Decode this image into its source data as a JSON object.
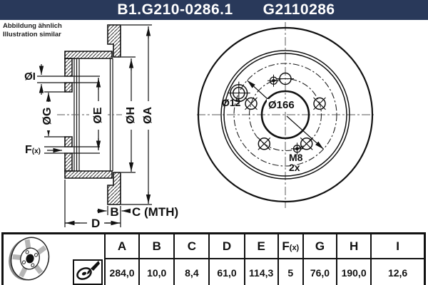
{
  "header": {
    "part_number_primary": "B1.G210-0286.1",
    "part_number_secondary": "G2110286",
    "bg_color": "#29395a"
  },
  "disclaimer": {
    "line1": "Abbildung ähnlich",
    "line2": "Illustration similar"
  },
  "section_view_labels": {
    "dia_i": "ØI",
    "dia_g": "ØG",
    "dia_e": "ØE",
    "dia_h": "ØH",
    "dia_a": "ØA",
    "f_main": "F",
    "f_sub": "(x)",
    "b": "B",
    "c": "C (MTH)",
    "d": "D"
  },
  "front_view_labels": {
    "hole_dia": "Ø12",
    "bolt_circle_dia": "Ø166",
    "thread": "M8",
    "thread_count": "2x"
  },
  "dimensions_table": {
    "headers": [
      {
        "main": "A",
        "sub": ""
      },
      {
        "main": "B",
        "sub": ""
      },
      {
        "main": "C",
        "sub": ""
      },
      {
        "main": "D",
        "sub": ""
      },
      {
        "main": "E",
        "sub": ""
      },
      {
        "main": "F",
        "sub": "(x)"
      },
      {
        "main": "G",
        "sub": ""
      },
      {
        "main": "H",
        "sub": ""
      },
      {
        "main": "I",
        "sub": ""
      }
    ],
    "values": [
      "284,0",
      "10,0",
      "8,4",
      "61,0",
      "114,3",
      "5",
      "76,0",
      "190,0",
      "12,6"
    ]
  },
  "colors": {
    "line": "#111111",
    "centerline": "#5a5a5a"
  }
}
